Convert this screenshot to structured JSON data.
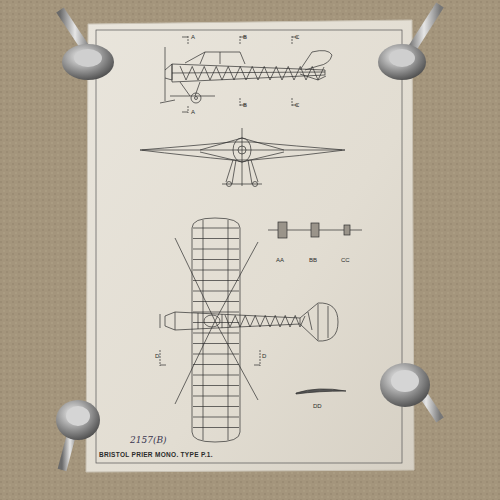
{
  "diagram": {
    "title": "BRISTOL PRIER MONO. TYPE P.1.",
    "labels": [
      "A",
      "B",
      "C",
      "A",
      "B",
      "C",
      "AA",
      "BB",
      "CC",
      "D",
      "D",
      "DD",
      "2157(B)"
    ]
  }
}
